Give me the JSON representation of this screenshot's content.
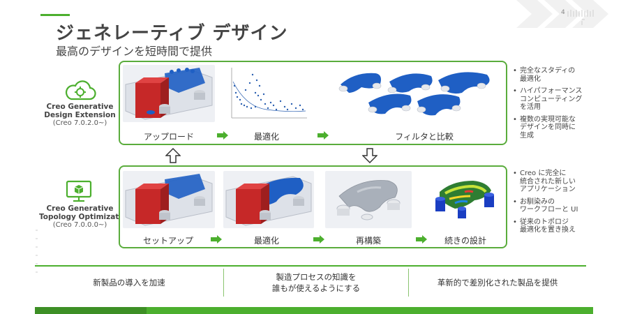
{
  "header": {
    "page_number": "4",
    "title": "ジェネレーティブ デザイン",
    "subtitle": "最高のデザインを短時間で提供"
  },
  "products": [
    {
      "name_line1": "Creo Generative",
      "name_line2": "Design Extension",
      "version": "(Creo 7.0.2.0~)",
      "icon": "cloud-gear-icon"
    },
    {
      "name_line1": "Creo Generative",
      "name_line2": "Topology Optimization",
      "version": "(Creo 7.0.0.0~)",
      "icon": "monitor-cube-icon"
    }
  ],
  "workflow_top": {
    "steps": [
      "アップロード",
      "最適化",
      "フィルタと比較"
    ]
  },
  "workflow_bottom": {
    "steps": [
      "セットアップ",
      "最適化",
      "再構築",
      "続きの設計"
    ]
  },
  "bullets_top": [
    "完全なスタディの\n最適化",
    "ハイパフォーマンス\nコンピューティング\nを活用",
    "複数の実現可能な\nデザインを同時に\n生成"
  ],
  "bullets_bottom": [
    "Creo に完全に\n統合された新しい\nアプリケーション",
    "お馴染みの\nワークフローと UI",
    "従来のトポロジ\n最適化を置き換え"
  ],
  "benefits": [
    "新製品の導入を加速",
    "製造プロセスの知識を\n誰もが使えるようにする",
    "革新的で差別化された製品を提供"
  ],
  "colors": {
    "accent_green": "#4caf2e",
    "part_blue": "#1f5fc4",
    "block_red": "#c62828"
  }
}
